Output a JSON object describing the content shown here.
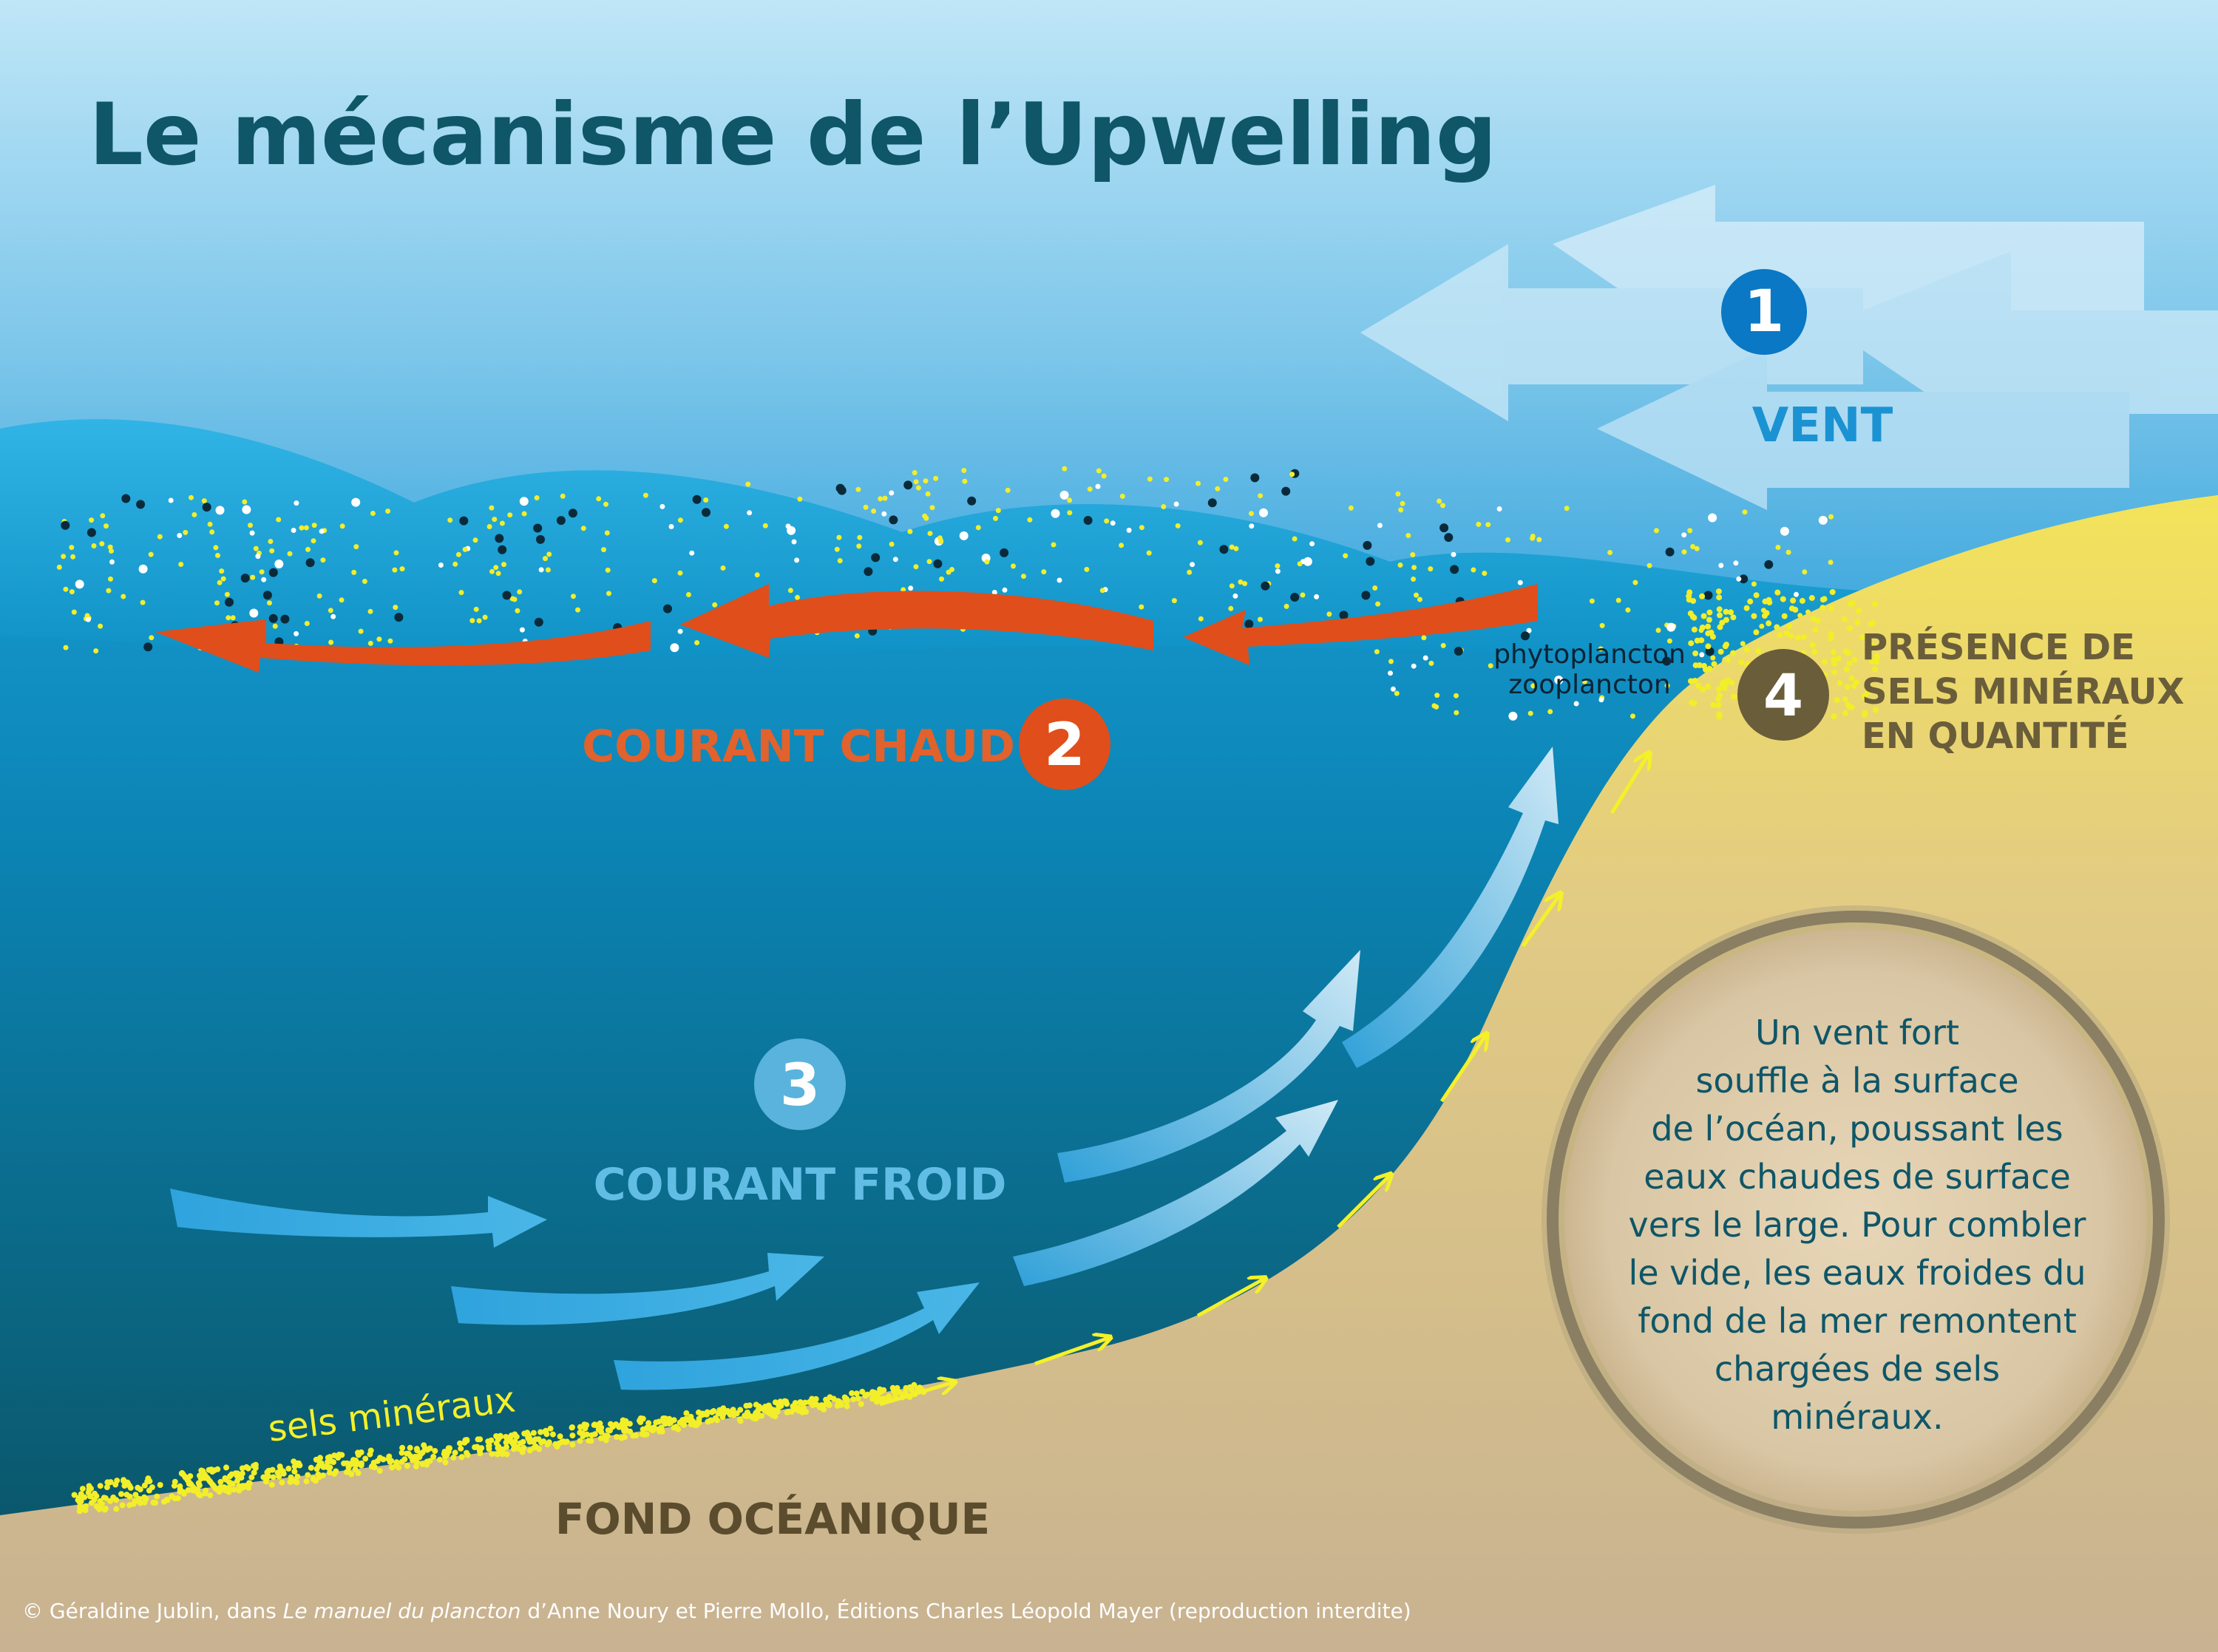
{
  "title": "Le mécanisme de l’Upwelling",
  "markers": {
    "m1": {
      "number": "1",
      "label": "VENT",
      "color": "#0a78c4"
    },
    "m2": {
      "number": "2",
      "label": "COURANT CHAUD",
      "color": "#e04e1b"
    },
    "m3": {
      "number": "3",
      "label": "COURANT FROID",
      "color": "#5ab3dc"
    },
    "m4": {
      "number": "4",
      "label_lines": [
        "PRÉSENCE DE",
        "SELS MINÉRAUX",
        "EN QUANTITÉ"
      ],
      "color": "#6a5d3a"
    }
  },
  "plankton_labels": [
    "phytoplancton",
    "zooplancton"
  ],
  "minerals_label": "sels minéraux",
  "seabed_label": "FOND OCÉANIQUE",
  "explanation_lines": [
    "Un vent fort",
    "souffle à la surface",
    "de l’océan, poussant les",
    "eaux chaudes de surface",
    "vers le large. Pour combler",
    "le vide, les eaux froides du",
    "fond de la mer remontent",
    "chargées de sels",
    "minéraux."
  ],
  "credit": {
    "before": "© Géraldine Jublin, dans ",
    "book": "Le manuel du plancton",
    "after": " d’Anne Noury et Pierre Mollo, Éditions Charles Léopold Mayer (reproduction interdite)"
  },
  "colors": {
    "title": "#0e5668",
    "warm_current": "#e04e1b",
    "cold_current": "#3aa6dc",
    "minerals": "#f2ee2a",
    "seabed": "#c9b28e",
    "shore": "#f1dd62"
  }
}
